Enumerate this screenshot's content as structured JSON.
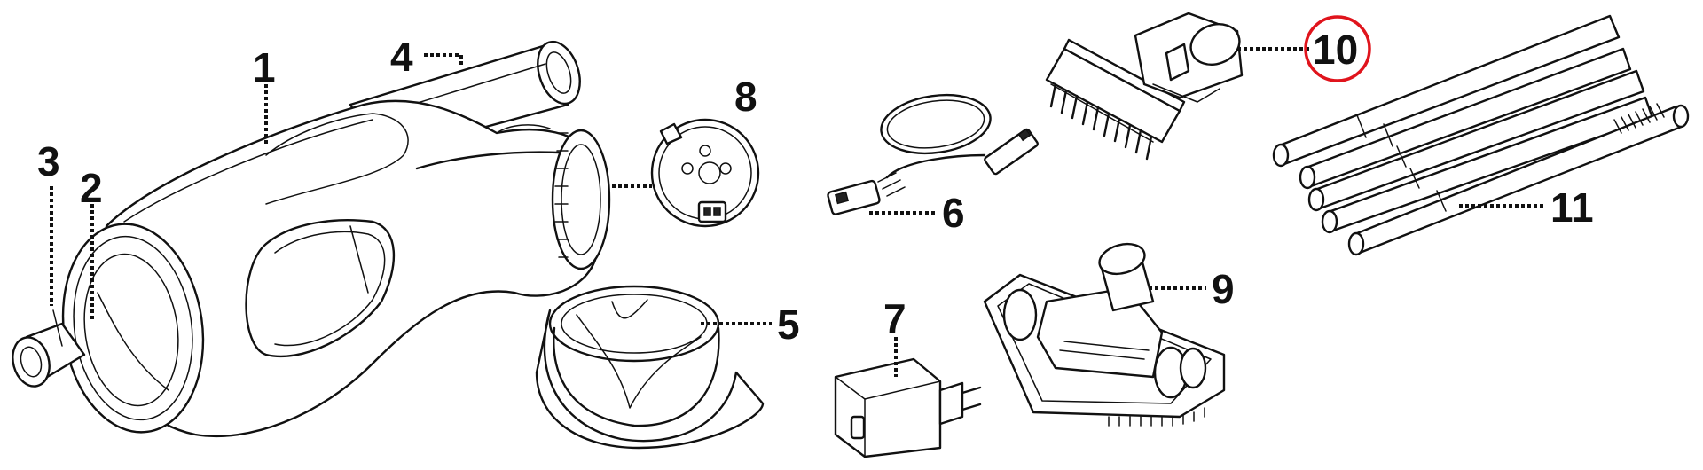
{
  "diagram": {
    "parts": [
      {
        "id": "1",
        "label": "1"
      },
      {
        "id": "2",
        "label": "2"
      },
      {
        "id": "3",
        "label": "3"
      },
      {
        "id": "4",
        "label": "4"
      },
      {
        "id": "5",
        "label": "5"
      },
      {
        "id": "6",
        "label": "6"
      },
      {
        "id": "7",
        "label": "7"
      },
      {
        "id": "8",
        "label": "8"
      },
      {
        "id": "9",
        "label": "9"
      },
      {
        "id": "10",
        "label": "10",
        "highlighted": true
      },
      {
        "id": "11",
        "label": "11"
      }
    ],
    "highlight_color": "#e0141c",
    "line_color": "#111111",
    "background": "#ffffff"
  }
}
